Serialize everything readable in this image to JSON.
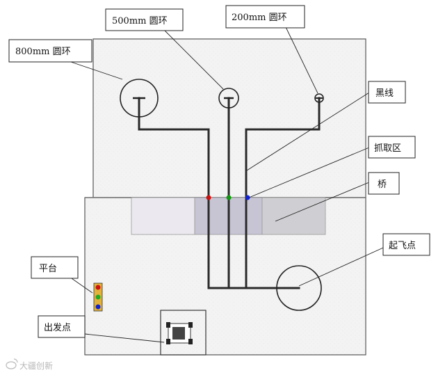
{
  "labels": {
    "ring_800": "800mm 圆环",
    "ring_500": "500mm 圆环",
    "ring_200": "200mm 圆环",
    "black_line": "黑线",
    "grab_zone": "抓取区",
    "bridge": "桥",
    "takeoff_point": "起飞点",
    "platform": "平台",
    "start_point": "出发点"
  },
  "watermark": "大疆创新",
  "colors": {
    "field_fill": "#f3f3f3",
    "bridge_light": "#ebe9ef",
    "bridge_center": "#c7c4d4",
    "bridge_dark": "#cfcfd3",
    "line": "#2a2a2a",
    "marker_red": "#cc1111",
    "marker_green": "#119911",
    "marker_blue": "#1122cc",
    "platform_fill": "#e2b23c"
  },
  "icons": [
    "car-icon",
    "weibo-logo-icon"
  ]
}
